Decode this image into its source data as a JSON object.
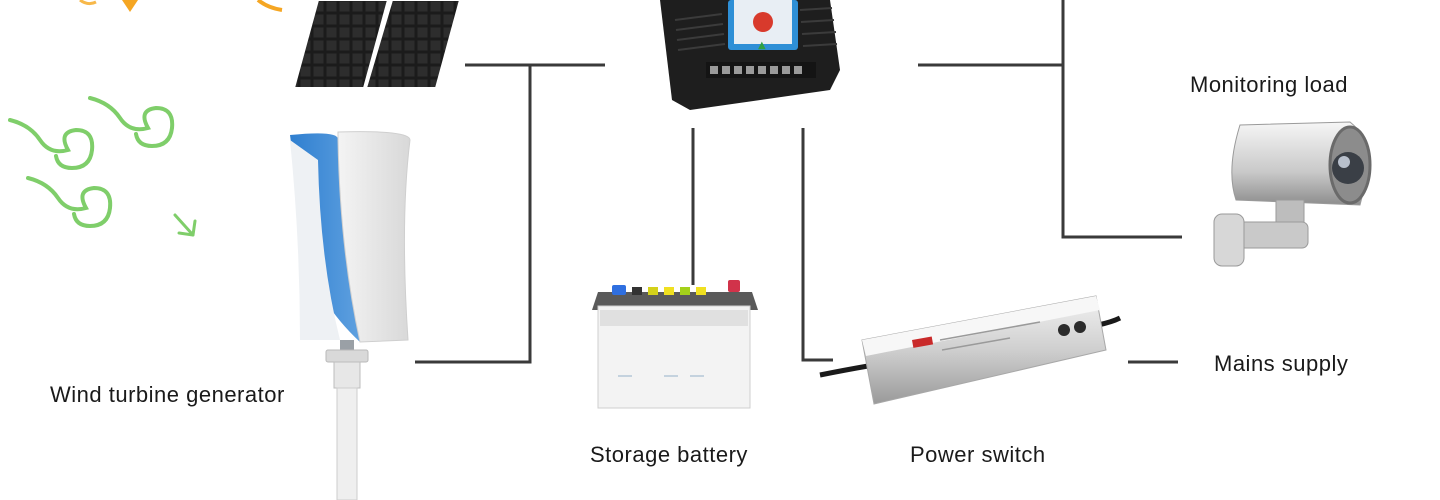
{
  "labels": {
    "wind_turbine": "Wind turbine generator",
    "storage_battery": "Storage battery",
    "power_switch": "Power switch",
    "monitoring_load": "Monitoring load",
    "mains_supply": "Mains supply"
  },
  "icons": [
    "sun-icon",
    "wind-gust-icon",
    "solar-panel-icon",
    "wind-turbine-icon",
    "charge-controller-icon",
    "battery-icon",
    "power-supply-icon",
    "security-camera-icon"
  ],
  "colors": {
    "line": "#3a3a3a",
    "wind_gust": "#7fce6a",
    "turbine_blue": "#4a90d6",
    "sun": "#f5a623"
  }
}
